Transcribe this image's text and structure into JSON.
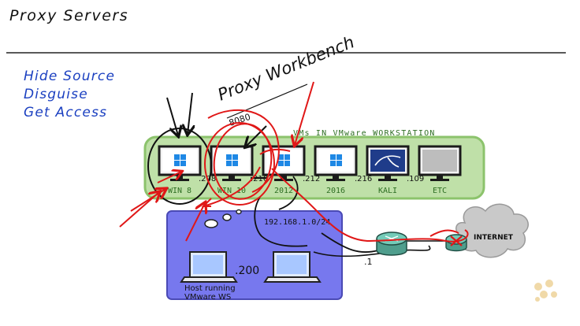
{
  "title": "Proxy Servers",
  "goals": [
    "Hide Source",
    "Disguise",
    "Get Access"
  ],
  "proxy_label": "Proxy Workbench",
  "vm_group_label": "VMs IN VMware WORKSTATION",
  "vms": [
    {
      "name": "WIN 8",
      "ip": ".208",
      "os": "windows"
    },
    {
      "name": "WIN 10",
      "ip": ".210",
      "os": "windows"
    },
    {
      "name": "2012",
      "ip": ".212",
      "os": "windows"
    },
    {
      "name": "2016",
      "ip": ".216",
      "os": "windows"
    },
    {
      "name": "KALI",
      "ip": ".109",
      "os": "kali"
    },
    {
      "name": "ETC",
      "ip": "",
      "os": "blank"
    }
  ],
  "subnet": "192.168.1.0/24",
  "host_ip": ".200",
  "host_caption": [
    "Host running",
    "VMware WS"
  ],
  "router_ip": ".1",
  "internet_label": "INTERNET",
  "proxy_port_note": "8080",
  "colors": {
    "goal_text": "#1a3fc0",
    "vm_panel": "#bfe0a8",
    "vm_panel_border": "#8cc36c",
    "host_panel": "#7778ee",
    "red": "#e01717",
    "router": "#5fb7a5",
    "cloud": "#c9c9c9"
  }
}
